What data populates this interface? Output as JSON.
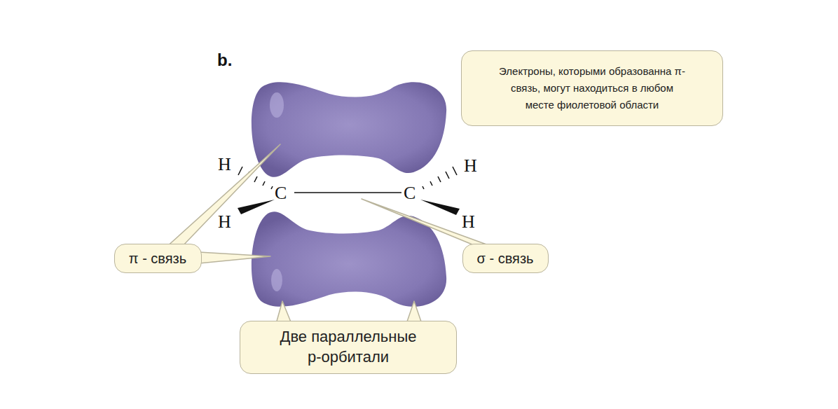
{
  "diagram": {
    "nodes": [
      {
        "text": [
          "Электроны, которыми образованна π-связь, могут находиться в любом месте фиолетовой области"
        ]
      },
      {
        "text": [
          "π - связь"
        ]
      },
      {
        "text": [
          "σ - связь"
        ]
      },
      {
        "text": [
          "Две параллельные р-орбитали"
        ]
      }
    ],
    "labels": [
      "b.",
      "H",
      "H",
      "C",
      "C",
      "H",
      "H"
    ]
  }
}
